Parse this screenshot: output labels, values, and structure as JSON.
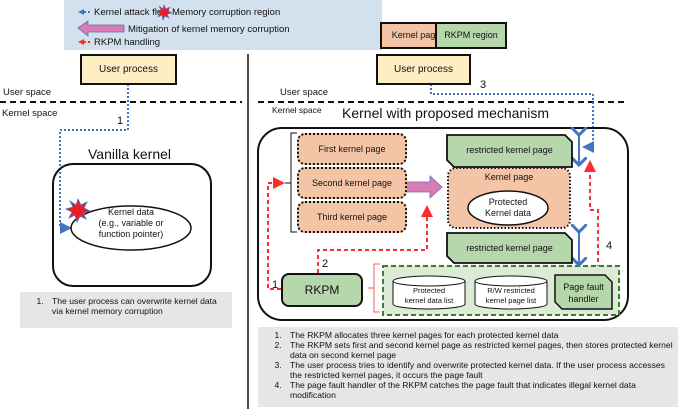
{
  "legend": {
    "kernel_attack_flow": "Kernel attack flow",
    "memory_corruption_region": "Memory corruption region",
    "mitigation": "Mitigation of kernel memory corruption",
    "rkpm_handling": "RKPM handling",
    "kernel_page": "Kernel page",
    "rkpm_region": "RKPM region"
  },
  "left": {
    "user_process": "User process",
    "user_space": "User space",
    "kernel_space": "Kernel space",
    "step_number": "1",
    "title": "Vanilla kernel",
    "kernel_data_lines": [
      "Kernel data",
      "(e.g., variable or",
      "function pointer)"
    ],
    "note": "The user process can overwrite kernel data via kernel memory corruption"
  },
  "right": {
    "user_process": "User process",
    "user_space": "User space",
    "kernel_space": "Kernel space",
    "title": "Kernel with proposed mechanism",
    "pages": [
      "First kernel page",
      "Second kernel page",
      "Third kernel page"
    ],
    "restricted_top": "restricted kernel page",
    "restricted_bottom": "restricted kernel page",
    "kernel_page_label": "Kernel page",
    "protected_data_lines": [
      "Protected",
      "Kernel data"
    ],
    "rkpm": "RKPM",
    "db1_lines": [
      "Protected",
      "kernel data list"
    ],
    "db2_lines": [
      "R/W restricted",
      "kernel page list"
    ],
    "page_fault_lines": [
      "Page fault",
      "handler"
    ],
    "step_numbers": [
      "1",
      "2",
      "3",
      "4"
    ],
    "notes": [
      "The RKPM allocates three kernel pages for each protected kernel data",
      "The RKPM sets first and second kernel page as restricted kernel pages, then stores protected kernel data on second kernel page",
      "The user process tries to identify and overwrite protected kernel data. If the user process accesses the restricted kernel pages, it occurs the page fault",
      "The page fault handler of the RKPM catches the page fault that indicates illegal kernel data modification"
    ]
  },
  "colors": {
    "attack_flow": "#4472c4",
    "rkpm_handling": "#ff2a2a",
    "kernel_page": "#f4c4a6",
    "rkpm_region": "#b6d7ac",
    "user_process": "#fdefc3",
    "mitigation_arrow": "#d97cb3",
    "legend_bg": "#d3e1ee"
  }
}
